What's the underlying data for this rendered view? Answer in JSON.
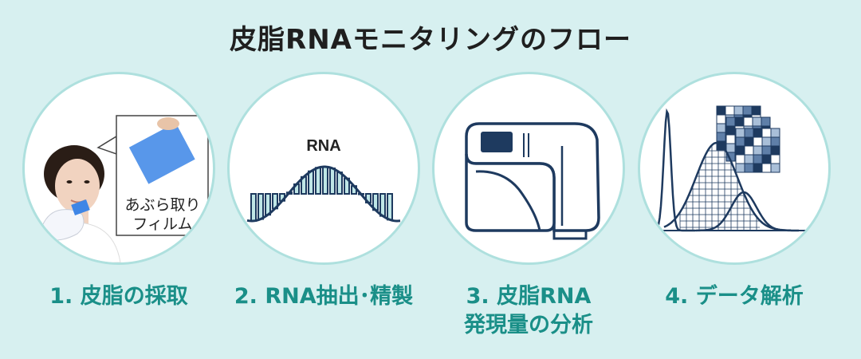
{
  "title": "皮脂RNAモニタリングのフロー",
  "steps": [
    {
      "label": "1. 皮脂の採取",
      "callout_line1": "あぶら取り",
      "callout_line2": "フィルム"
    },
    {
      "label": "2. RNA抽出･精製",
      "rna_text": "RNA"
    },
    {
      "label_line1": "3. 皮脂RNA",
      "label_line2": "発現量の分析"
    },
    {
      "label": "4. データ解析"
    }
  ],
  "colors": {
    "background": "#d7f0f0",
    "teal_label": "#1a8f88",
    "navy": "#1e3a5f",
    "helix_fill": "#bfe6e6",
    "circle_border": "#aee0de"
  }
}
